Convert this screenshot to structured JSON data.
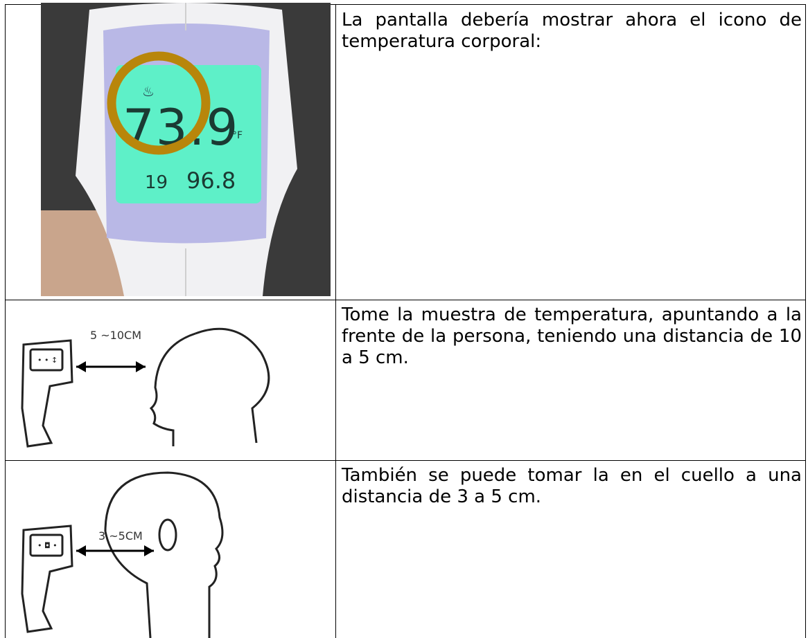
{
  "rows": [
    {
      "text": "La pantalla debería mostrar ahora el icono de temperatura corporal:",
      "image": {
        "readout_main": "73.9",
        "readout_unit": "°F",
        "readout_mem_index": "19",
        "readout_mem_value": "96.8",
        "highlight_color": "#b8860b",
        "screen_color": "#5ef0c8"
      }
    },
    {
      "text": "Tome la muestra de temperatura, apuntando a la frente de la persona, teniendo una distancia de 10 a 5 cm.",
      "image": {
        "distance_label": "5 ~10CM"
      }
    },
    {
      "text": "También se puede tomar la en el cuello a una distancia de 3 a 5 cm.",
      "image": {
        "distance_label": "3 ~5CM"
      }
    }
  ]
}
